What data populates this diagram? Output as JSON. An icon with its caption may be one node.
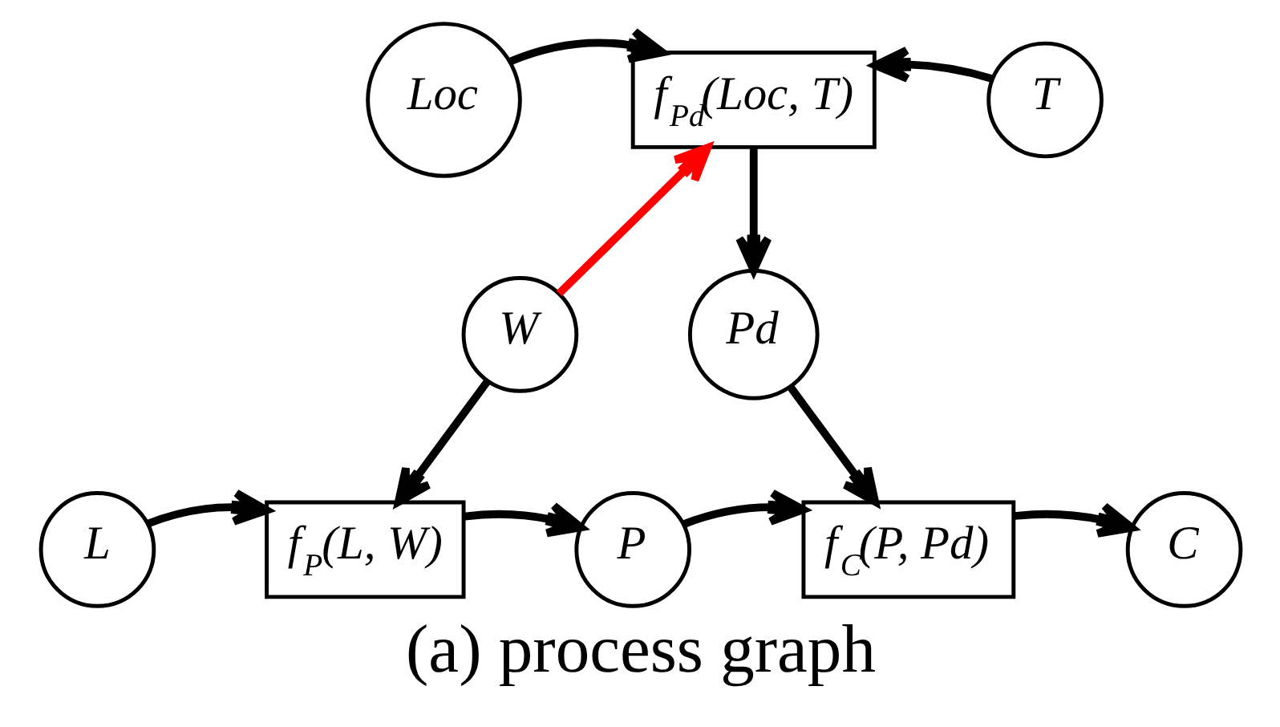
{
  "diagram": {
    "caption": "(a) process graph",
    "nodes": [
      {
        "text": [
          "Loc"
        ]
      },
      {
        "text": [
          "f$_{Pd}$(Loc, T)"
        ]
      },
      {
        "text": [
          "T"
        ]
      },
      {
        "text": [
          "W"
        ]
      },
      {
        "text": [
          "Pd"
        ]
      },
      {
        "text": [
          "L"
        ]
      },
      {
        "text": [
          "f$_{P}$(L, W)"
        ]
      },
      {
        "text": [
          "P"
        ]
      },
      {
        "text": [
          "f$_{C}$(P, Pd)"
        ]
      },
      {
        "text": [
          "C"
        ]
      }
    ],
    "edges": [
      {
        "from": 0,
        "to": 1,
        "arrow": "to"
      },
      {
        "from": 2,
        "to": 1,
        "arrow": "to"
      },
      {
        "from": 3,
        "to": 1,
        "arrow": "to",
        "color": "#ff0000"
      },
      {
        "from": 1,
        "to": 4,
        "arrow": "to"
      },
      {
        "from": 3,
        "to": 6,
        "arrow": "to"
      },
      {
        "from": 4,
        "to": 8,
        "arrow": "to"
      },
      {
        "from": 5,
        "to": 6,
        "arrow": "to"
      },
      {
        "from": 6,
        "to": 7,
        "arrow": "to"
      },
      {
        "from": 7,
        "to": 8,
        "arrow": "to"
      },
      {
        "from": 8,
        "to": 9,
        "arrow": "to"
      }
    ]
  }
}
